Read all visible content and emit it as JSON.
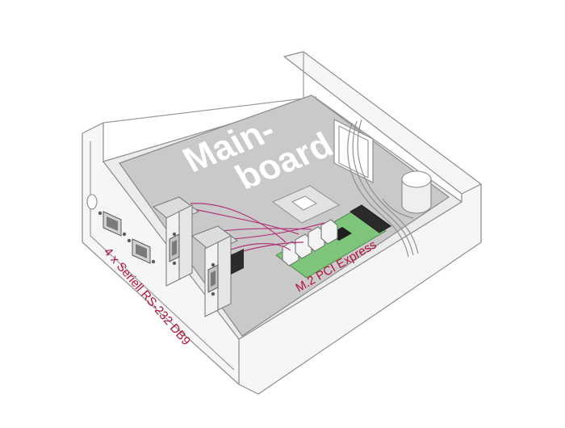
{
  "diagram": {
    "mainboard_line1": "Main-",
    "mainboard_line2": "board",
    "card_label": "M.2 PCI Express",
    "ports_label": "4 x Seriell RS-232 DB9"
  },
  "colors": {
    "label_red": "#b3143a",
    "board_gray": "#c9c9c9",
    "pcb_green": "#7ec47a",
    "cable_pink": "#b0347a"
  },
  "icons": [
    "db9-connector-icon",
    "m2-card-icon",
    "slot-bracket-icon",
    "capacitor-icon"
  ]
}
